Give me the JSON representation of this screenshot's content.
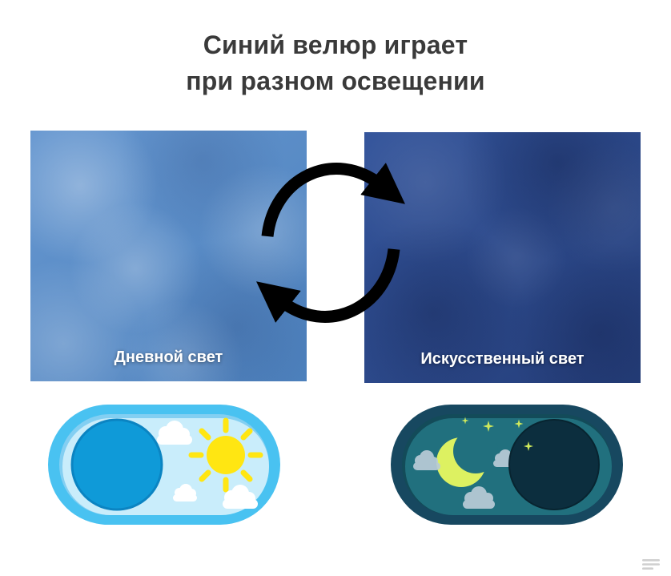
{
  "title": {
    "line1": "Синий велюр играет",
    "line2": "при разном освещении"
  },
  "swatches": {
    "day": {
      "label": "Дневной свет"
    },
    "night": {
      "label": "Искусственный свет"
    }
  },
  "icons": {
    "cycle_arrows": "↻",
    "sun": "☀",
    "moon": "☾",
    "star": "★",
    "cloud": "☁"
  },
  "colors": {
    "title_text": "#3a3a3a",
    "label_text": "#ffffff",
    "arrow": "#000000",
    "day_fabric": "#6697d0",
    "day_fabric_deep": "#4d81bd",
    "night_fabric": "#33549b",
    "night_fabric_deep": "#253e7a",
    "day_toggle_outer": "#49c2f1",
    "day_toggle_shadow": "#83cff2",
    "day_toggle_inner": "#c9edfb",
    "day_knob": "#0f9ad8",
    "day_knob_edge": "#0b84c2",
    "sun": "#ffe612",
    "cloud_day": "#ffffff",
    "night_toggle_outer": "#174860",
    "night_toggle_shadow": "#134b59",
    "night_toggle_inner": "#21707e",
    "night_knob": "#0c2e3e",
    "night_knob_edge": "#082430",
    "moon": "#ddf161",
    "star": "#cfe95c",
    "cloud_night": "#b9ccd7",
    "watermark": "#cfcfcf"
  }
}
